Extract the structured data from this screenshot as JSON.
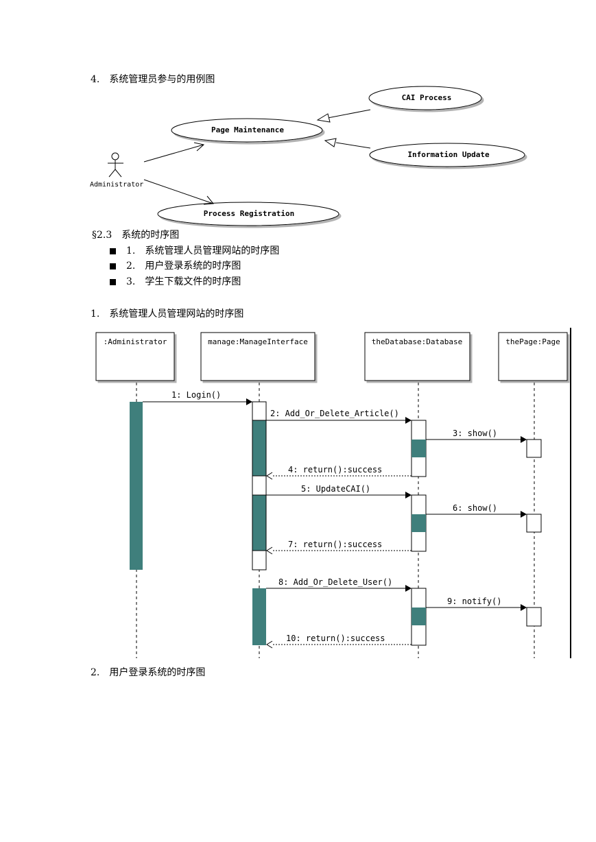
{
  "heading_use_case": "4.　系统管理员参与的用例图",
  "use_case": {
    "actor": "Administrator",
    "cases": {
      "cai": "CAI Process",
      "page": "Page Maintenance",
      "info": "Information Update",
      "reg": "Process Registration"
    }
  },
  "section": {
    "title": "§2.3　系统的时序图",
    "items": [
      "1.　系统管理人员管理网站的时序图",
      "2.　用户登录系统的时序图",
      "3.　学生下载文件的时序图"
    ]
  },
  "heading_seq1": "1.　系统管理人员管理网站的时序图",
  "sequence": {
    "lifelines": [
      ":Administrator",
      "manage:ManageInterface",
      "theDatabase:Database",
      "thePage:Page"
    ],
    "messages": [
      "1: Login()",
      "2: Add_Or_Delete_Article()",
      "3: show()",
      "4: return():success",
      "5: UpdateCAI()",
      "6: show()",
      "7: return():success",
      "8: Add_Or_Delete_User()",
      "9: notify()",
      "10: return():success"
    ]
  },
  "heading_seq2": "2.　用户登录系统的时序图",
  "colors": {
    "activation": "#3f7f7c"
  }
}
